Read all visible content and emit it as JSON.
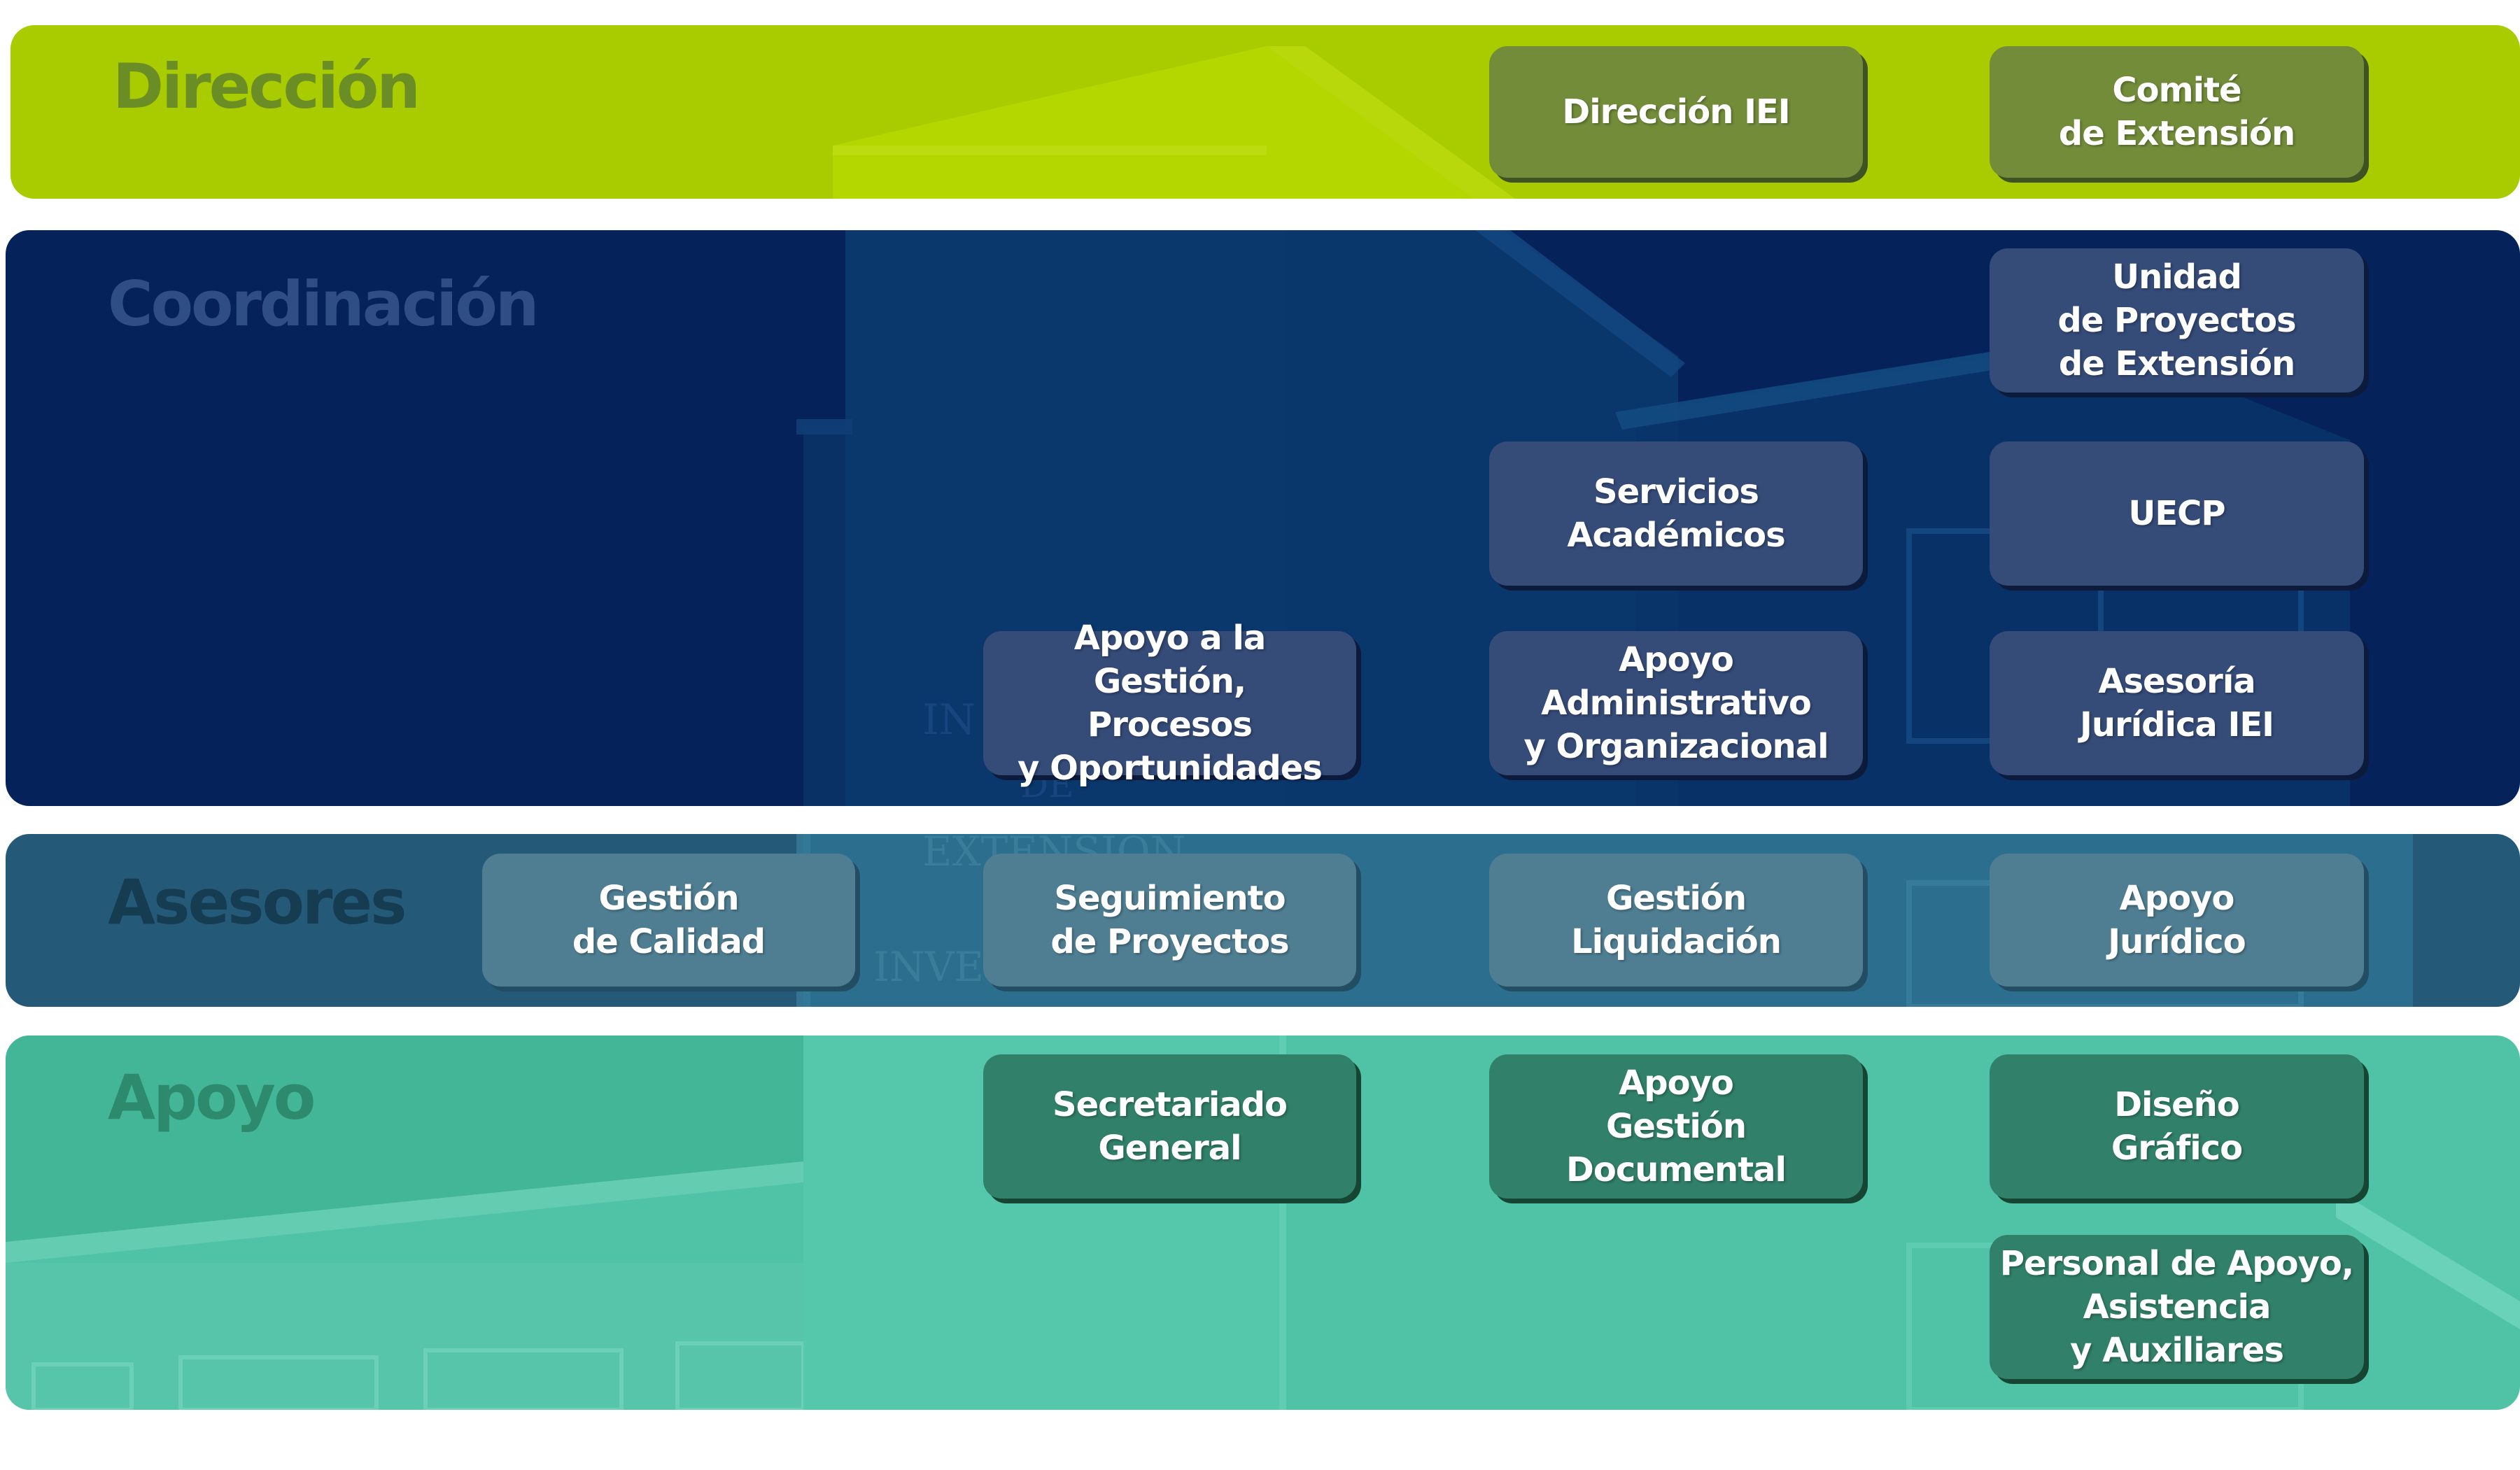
{
  "bands": {
    "direccion": {
      "label": "Dirección",
      "color": "#a9cc00"
    },
    "coordinacion": {
      "label": "Coordinación",
      "color": "#05235a"
    },
    "asesores": {
      "label": "Asesores",
      "color": "#245a78"
    },
    "apoyo": {
      "label": "Apoyo",
      "color": "#50c3a6"
    }
  },
  "nodes": {
    "direccion_iei": "Dirección IEI",
    "comite_extension": "Comité\nde Extensión",
    "unidad_proyectos": "Unidad\nde Proyectos\nde Extensión",
    "servicios_academicos": "Servicios\nAcadémicos",
    "uecp": "UECP",
    "apoyo_gestion": "Apoyo a la Gestión,\nProcesos\ny Oportunidades",
    "apoyo_administrativo": "Apoyo\nAdministrativo\ny Organizacional",
    "asesoria_juridica": "Asesoría\nJurídica IEI",
    "gestion_calidad": "Gestión\nde Calidad",
    "seguimiento_proyectos": "Seguimiento\nde Proyectos",
    "gestion_liquidacion": "Gestión\nLiquidación",
    "apoyo_juridico": "Apoyo\nJurídico",
    "secretariado_general": "Secretariado\nGeneral",
    "apoyo_gestion_documental": "Apoyo\nGestión\nDocumental",
    "diseno_grafico": "Diseño\nGráfico",
    "personal_apoyo": "Personal de Apoyo,\nAsistencia\ny Auxiliares"
  }
}
